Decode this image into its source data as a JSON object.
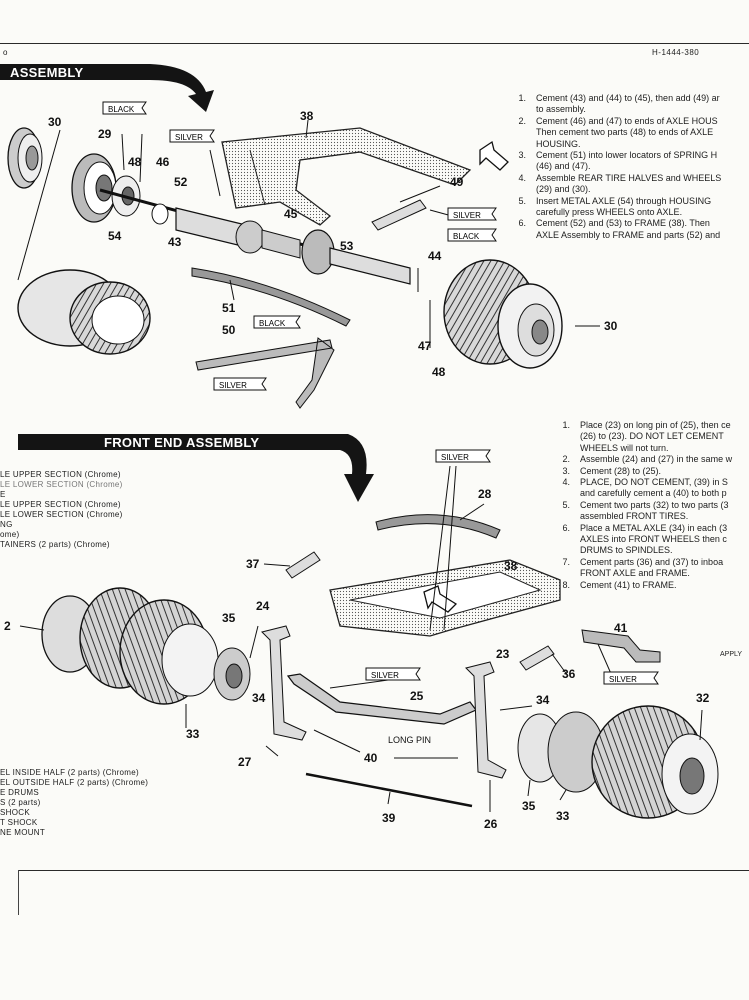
{
  "doc_number": "H-1444-380",
  "corner_mark": "o",
  "rear": {
    "banner": "ASSEMBLY",
    "steps": [
      {
        "n": "1.",
        "text": "Cement (43) and (44) to (45), then add (49) ar\nto assembly."
      },
      {
        "n": "2.",
        "text": "Cement (46) and (47) to ends of AXLE HOUS\nThen cement two parts (48) to ends of AXLE\nHOUSING."
      },
      {
        "n": "3.",
        "text": "Cement (51) into lower locators of SPRING H\n(46) and (47)."
      },
      {
        "n": "4.",
        "text": "Assemble REAR TIRE HALVES and WHEELS\n(29) and (30)."
      },
      {
        "n": "5.",
        "text": "Insert METAL AXLE (54) through HOUSING\ncarefully press WHEELS onto AXLE."
      },
      {
        "n": "6.",
        "text": "Cement (52) and (53) to FRAME (38). Then\nAXLE Assembly to FRAME and parts (52) and"
      }
    ],
    "paint_tags": {
      "black_1": "BLACK",
      "silver_1": "SILVER",
      "silver_2": "SILVER",
      "black_2": "BLACK",
      "black_3": "BLACK",
      "silver_3": "SILVER"
    },
    "callouts": {
      "p30a": "30",
      "p29": "29",
      "p48a": "48",
      "p46": "46",
      "p38": "38",
      "p52": "52",
      "p49": "49",
      "p54": "54",
      "p43": "43",
      "p45": "45",
      "p53": "53",
      "p44": "44",
      "p51": "51",
      "p50": "50",
      "p47": "47",
      "p48b": "48",
      "p30b": "30"
    }
  },
  "front": {
    "banner": "FRONT END ASSEMBLY",
    "steps": [
      {
        "n": "1.",
        "text": "Place (23) on long pin of (25), then ce\n(26) to (23). DO NOT LET CEMENT\nWHEELS will not turn."
      },
      {
        "n": "2.",
        "text": "Assemble (24) and (27) in the same w"
      },
      {
        "n": "3.",
        "text": "Cement (28) to (25)."
      },
      {
        "n": "4.",
        "text": "PLACE, DO NOT CEMENT, (39) in S\nand carefully cement a (40) to both p"
      },
      {
        "n": "5.",
        "text": "Cement two parts (32) to two parts (3\nassembled FRONT TIRES."
      },
      {
        "n": "6.",
        "text": "Place a METAL AXLE (34) in each (3\nAXLES into FRONT WHEELS then c\nDRUMS to SPINDLES."
      },
      {
        "n": "7.",
        "text": "Cement parts (36) and (37) to inboa\nFRONT AXLE and FRAME."
      },
      {
        "n": "8.",
        "text": "Cement (41) to FRAME."
      }
    ],
    "apply": "APPLY",
    "paint_tags": {
      "silver_top": "SILVER",
      "silver_mid": "SILVER",
      "silver_right": "SILVER"
    },
    "callouts": {
      "p28": "28",
      "p37": "37",
      "p38": "38",
      "p24": "24",
      "p35a": "35",
      "p41": "41",
      "p23": "23",
      "p36": "36",
      "p34a": "34",
      "p32": "32",
      "p25": "25",
      "p34b": "34",
      "p33a": "33",
      "long_pin": "LONG PIN",
      "p40": "40",
      "p27": "27",
      "p35b": "35",
      "p33b": "33",
      "p39": "39",
      "p26": "26",
      "p2": "2"
    }
  },
  "parts_list_top": [
    "LE UPPER SECTION (Chrome)",
    "LE LOWER SECTION (Chrome)",
    "E",
    "LE UPPER SECTION (Chrome)",
    "LE LOWER SECTION (Chrome)",
    "NG",
    "ome)",
    "TAINERS (2 parts) (Chrome)"
  ],
  "parts_list_bottom": [
    "EL INSIDE HALF (2 parts) (Chrome)",
    "EL OUTSIDE HALF (2 parts) (Chrome)",
    "E DRUMS",
    "S (2 parts)",
    "SHOCK",
    "T SHOCK",
    "NE MOUNT"
  ]
}
